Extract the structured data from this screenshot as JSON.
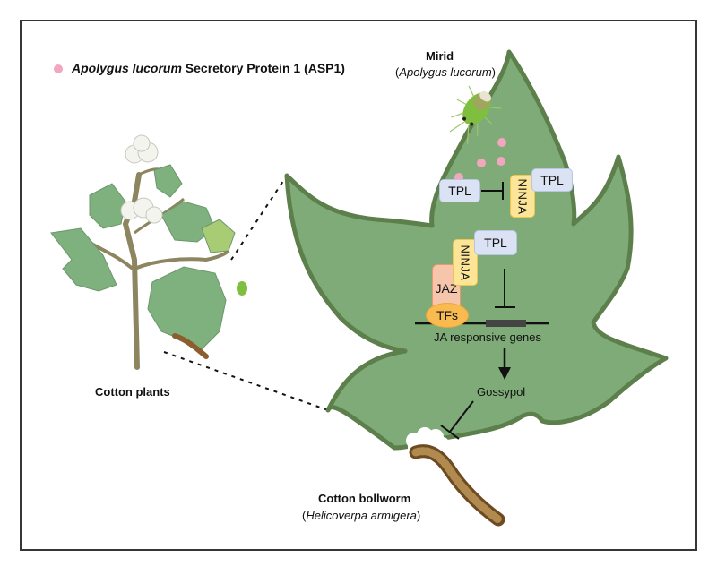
{
  "legend": {
    "marker_color": "#f2a7be",
    "label_italic": "Apolygus lucorum",
    "label_rest": " Secretory Protein 1 (ASP1)"
  },
  "mirid": {
    "title": "Mirid",
    "scientific_name_open": "(",
    "scientific_name": "Apolygus lucorum",
    "scientific_name_close": ")"
  },
  "bollworm": {
    "title": "Cotton bollworm",
    "scientific_name_open": "(",
    "scientific_name": "Helicoverpa armigera",
    "scientific_name_close": ")"
  },
  "plant": {
    "label": "Cotton plants"
  },
  "pathway": {
    "tpl_bound_asp1": "TPL",
    "ninja_top": "NINJA",
    "tpl_free": "TPL",
    "tpl_complex": "TPL",
    "ninja_complex": "NINJA",
    "jaz": "JAZ",
    "tfs": "TFs",
    "genes_label": "JA responsive genes",
    "product": "Gossypol"
  },
  "colors": {
    "leaf_fill": "#7eab77",
    "leaf_edge": "#5c7f4b",
    "asp1_dot": "#f2a7be",
    "tpl": "#dae2f3",
    "ninja": "#fde598",
    "jaz": "#f6c6ac",
    "tfs": "#f9ba50",
    "frame": "#3a3535"
  }
}
